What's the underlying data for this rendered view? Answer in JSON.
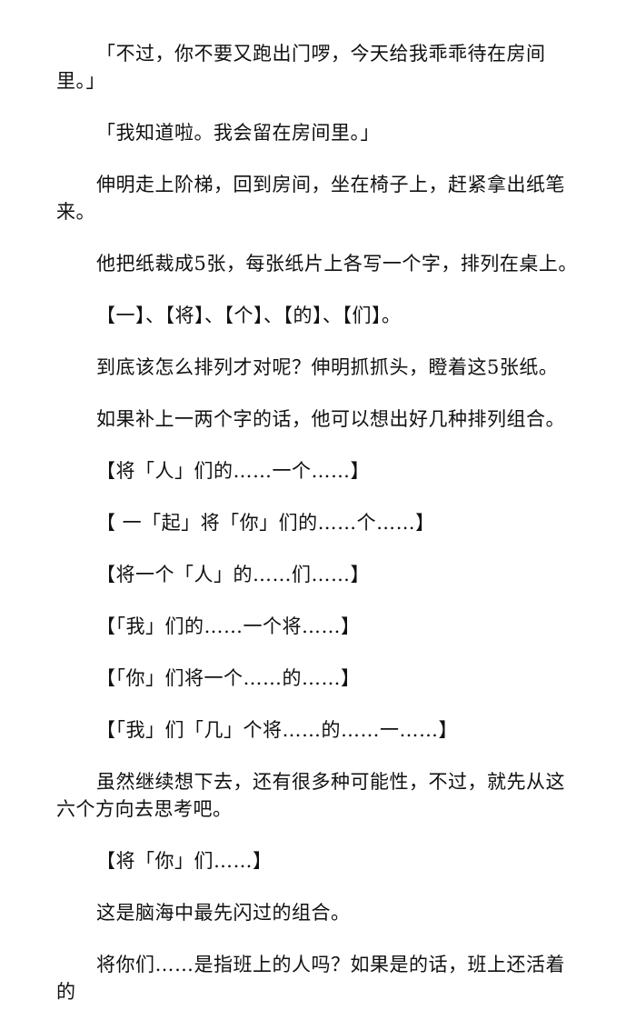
{
  "paragraphs": [
    "「不过，你不要又跑出门啰，今天给我乖乖待在房间里。」",
    "「我知道啦。我会留在房间里。」",
    "伸明走上阶梯，回到房间，坐在椅子上，赶紧拿出纸笔来。",
    "他把纸裁成5张，每张纸片上各写一个字，排列在桌上。",
    "【一】、【将】、【个】、【的】、【们】。",
    "到底该怎么排列才对呢？伸明抓抓头，瞪着这5张纸。",
    "如果补上一两个字的话，他可以想出好几种排列组合。",
    "【将「人」们的……一个……】",
    "【 一「起」将「你」们的……个……】",
    "【将一个「人」的……们……】",
    "【「我」们的……一个将……】",
    "【「你」们将一个……的……】",
    "【「我」们「几」个将……的……一……】",
    "虽然继续想下去，还有很多种可能性，不过，就先从这六个方向去思考吧。",
    "【将「你」们……】",
    "这是脑海中最先闪过的组合。",
    "将你们……是指班上的人吗？如果是的话，班上还活着的"
  ]
}
